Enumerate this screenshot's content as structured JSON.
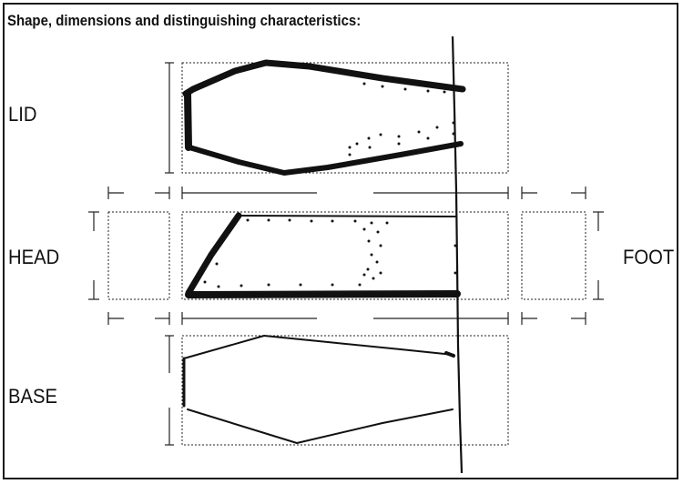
{
  "header": {
    "title": "Shape, dimensions and distinguishing characteristics:"
  },
  "views": {
    "lid": "LID",
    "head": "HEAD",
    "foot": "FOOT",
    "base": "BASE"
  }
}
